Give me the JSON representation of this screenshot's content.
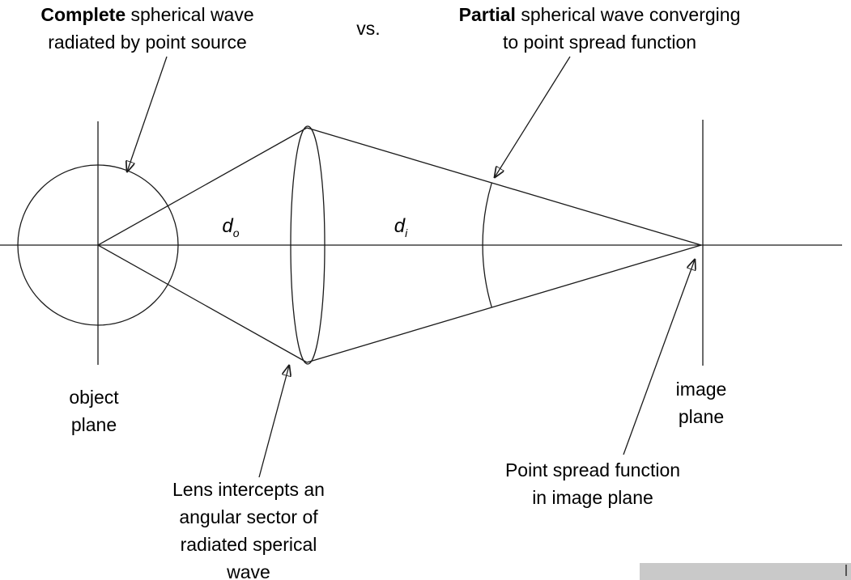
{
  "colors": {
    "line": "#1a1a1a",
    "text": "#000000",
    "background": "#ffffff",
    "artifact_gray": "#c9c9c9"
  },
  "annotations": {
    "complete_wave": {
      "bold": "Complete",
      "rest": " spherical wave",
      "line2": "radiated by point source"
    },
    "vs": "vs.",
    "partial_wave": {
      "bold": "Partial",
      "rest": " spherical wave converging",
      "line2": "to point spread function"
    },
    "lens_note": {
      "line1": "Lens intercepts an",
      "line2": "angular sector of",
      "line3": "radiated sperical",
      "line4": "wave"
    },
    "psf_note": {
      "line1": "Point spread function",
      "line2": "in image plane"
    }
  },
  "labels": {
    "object_plane": {
      "line1": "object",
      "line2": "plane"
    },
    "image_plane": {
      "line1": "image",
      "line2": "plane"
    },
    "d_o": {
      "base": "d",
      "sub": "o"
    },
    "d_i": {
      "base": "d",
      "sub": "i"
    }
  }
}
